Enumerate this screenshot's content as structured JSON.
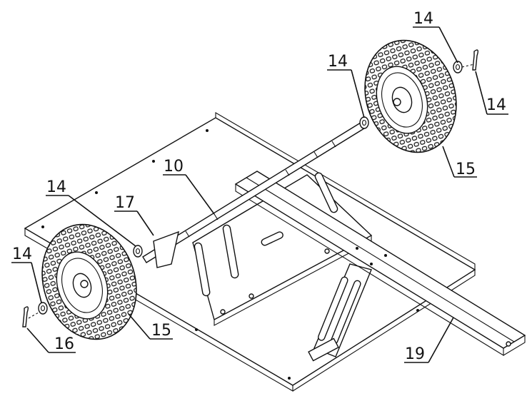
{
  "callouts": {
    "c1": "14",
    "c2": "14",
    "c3": "14",
    "c4": "15",
    "c5": "10",
    "c6": "14",
    "c7": "17",
    "c8": "14",
    "c9": "15",
    "c10": "16",
    "c11": "19"
  }
}
